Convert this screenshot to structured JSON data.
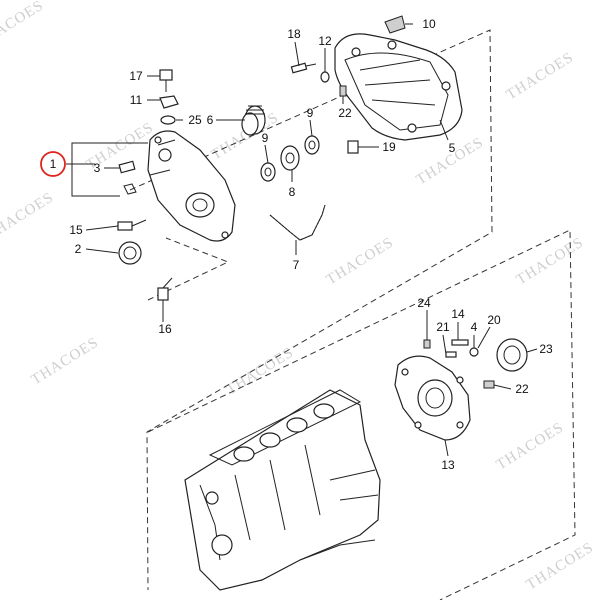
{
  "watermark": "THACOES",
  "highlight_color": "#e0241b",
  "callouts": {
    "c1": "1",
    "c2": "2",
    "c3": "3",
    "c4": "4",
    "c5": "5",
    "c6": "6",
    "c7": "7",
    "c8": "8",
    "c9a": "9",
    "c9b": "9",
    "c10": "10",
    "c11": "11",
    "c12": "12",
    "c13": "13",
    "c14": "14",
    "c15": "15",
    "c16": "16",
    "c17": "17",
    "c18": "18",
    "c19": "19",
    "c20": "20",
    "c21": "21",
    "c22a": "22",
    "c22b": "22",
    "c23": "23",
    "c24": "24",
    "c25": "25"
  }
}
